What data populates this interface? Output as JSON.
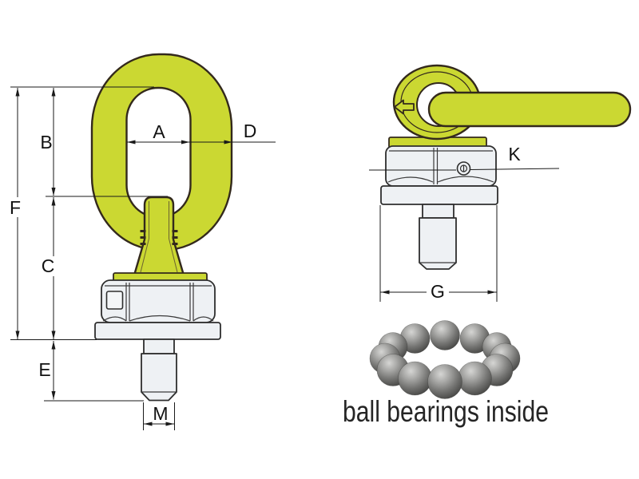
{
  "figure": {
    "caption": "ball bearings inside",
    "views": {
      "front": {
        "dims": {
          "A": "A",
          "B": "B",
          "C": "C",
          "D": "D",
          "E": "E",
          "F": "F",
          "M": "M"
        }
      },
      "side": {
        "dims": {
          "K": "K",
          "G": "G"
        }
      }
    },
    "icons": {
      "rotation_arrow": "left-block-arrow"
    },
    "colors": {
      "link": "#cbd832",
      "outline": "#33291c",
      "metal_fill": "#eef1f4",
      "dim_line": "#1a1a1a",
      "caption_text": "#252525"
    }
  }
}
